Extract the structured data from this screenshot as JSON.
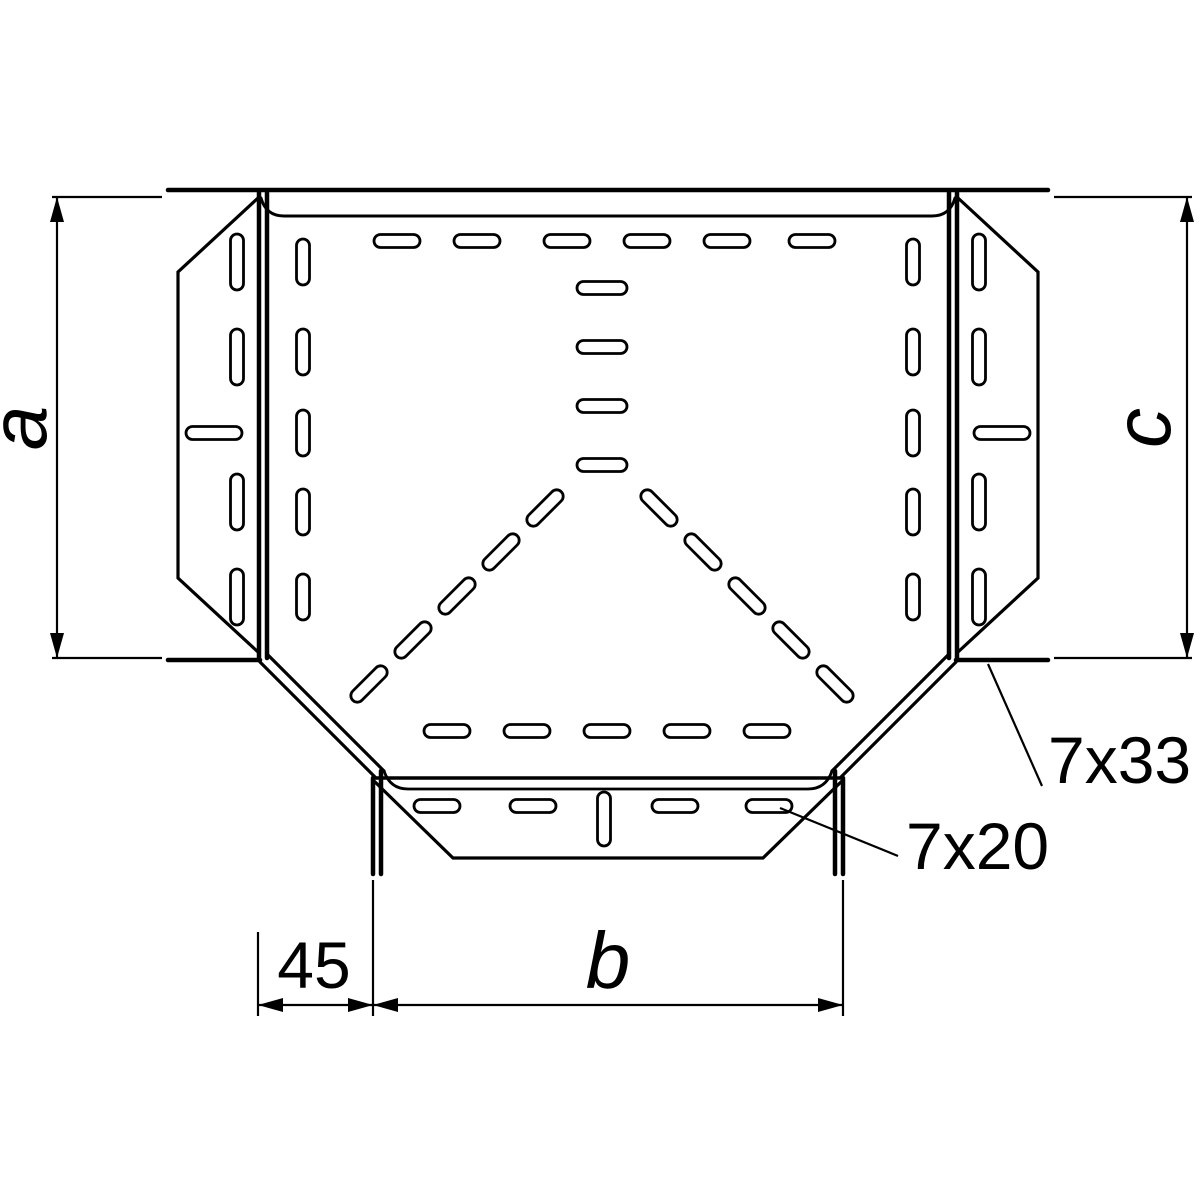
{
  "drawing": {
    "labels": {
      "dim_a": "a",
      "dim_c": "c",
      "dim_45": "45",
      "dim_b": "b",
      "callout_7x33": "7x33",
      "callout_7x20": "7x20"
    },
    "colors": {
      "line": "#000000",
      "background": "#ffffff"
    }
  }
}
